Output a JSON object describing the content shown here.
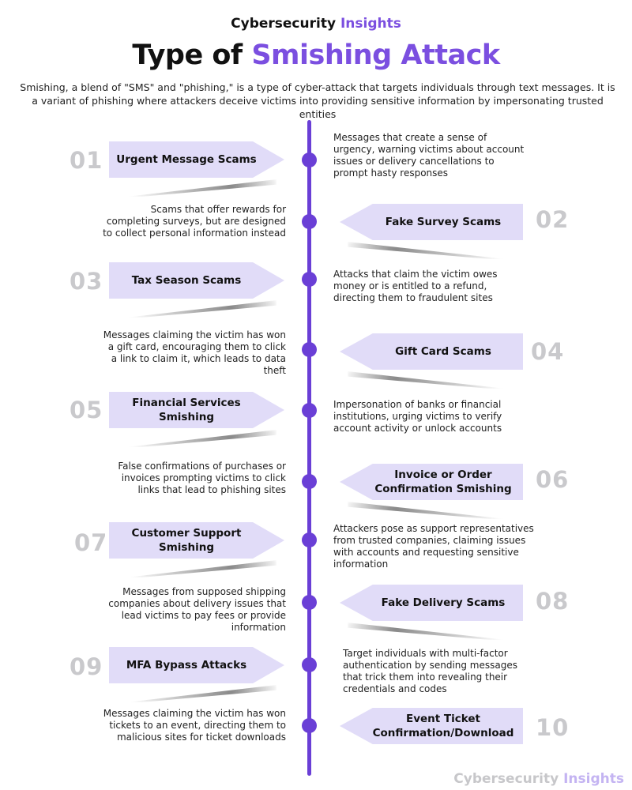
{
  "brand": {
    "part1": "Cybersecurity",
    "part2": "Insights"
  },
  "title": {
    "part1": "Type of",
    "part2": "Smishing Attack"
  },
  "intro": "Smishing, a blend of \"SMS\" and \"phishing,\" is a type of cyber-attack that targets individuals through text messages. It is a variant of phishing where attackers deceive victims into providing sensitive information by impersonating trusted entities",
  "items": [
    {
      "num": "01",
      "label": "Urgent Message Scams",
      "desc": "Messages that create a sense of urgency, warning victims about account issues or delivery cancellations to prompt hasty responses"
    },
    {
      "num": "02",
      "label": "Fake Survey Scams",
      "desc": "Scams that offer rewards for completing surveys, but are designed to collect personal information instead"
    },
    {
      "num": "03",
      "label": "Tax Season Scams",
      "desc": "Attacks that claim the victim owes money or is entitled to a refund, directing them to fraudulent sites"
    },
    {
      "num": "04",
      "label": "Gift Card Scams",
      "desc": "Messages claiming the victim has won a gift card, encouraging them to click a link to claim it, which leads to data theft"
    },
    {
      "num": "05",
      "label": "Financial Services Smishing",
      "desc": "Impersonation of banks or financial institutions, urging victims to verify account activity or unlock accounts"
    },
    {
      "num": "06",
      "label": "Invoice or Order Confirmation Smishing",
      "desc": "False confirmations of purchases or invoices prompting victims to click links that lead to phishing sites"
    },
    {
      "num": "07",
      "label": "Customer Support Smishing",
      "desc": "Attackers pose as support representatives from trusted companies, claiming issues with accounts and requesting sensitive information"
    },
    {
      "num": "08",
      "label": "Fake Delivery Scams",
      "desc": "Messages from supposed shipping companies about delivery issues that lead victims to pay fees or provide information"
    },
    {
      "num": "09",
      "label": "MFA Bypass Attacks",
      "desc": "Target individuals with multi-factor authentication by sending messages that trick them into revealing their credentials and codes"
    },
    {
      "num": "10",
      "label": "Event Ticket Confirmation/Download",
      "desc": "Messages claiming the victim has won tickets to an event, directing them to malicious sites for ticket downloads"
    }
  ]
}
